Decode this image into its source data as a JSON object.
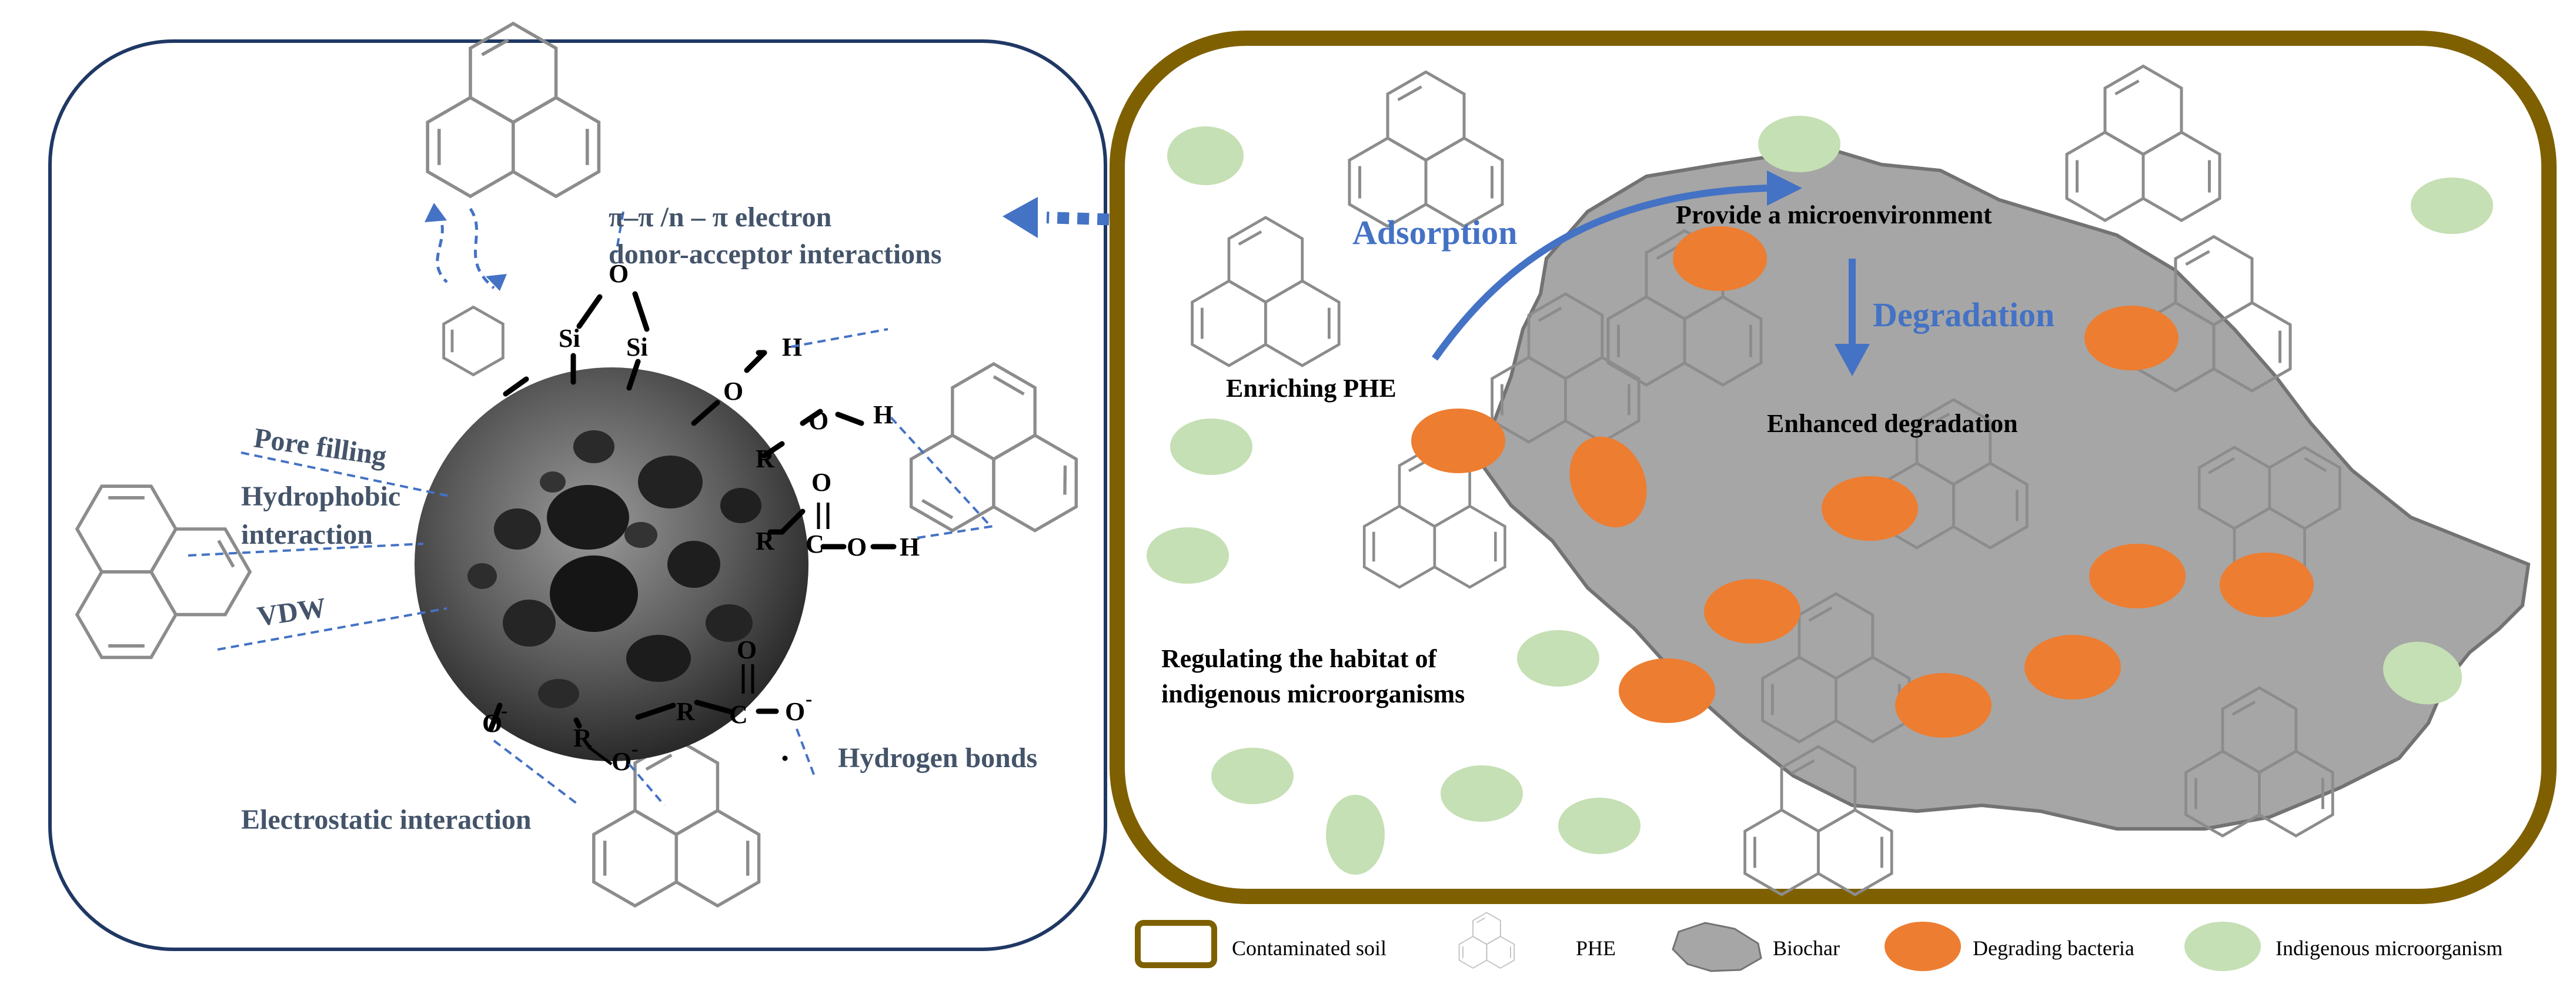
{
  "colors": {
    "left_frame": "#1f3864",
    "soil_frame": "#7f6000",
    "biochar": "#a6a6a6",
    "bacteria": "#ed7d31",
    "indigenous": "#c5e0b4",
    "arrow_blue": "#4472c4",
    "label_slate": "#44546a",
    "phe_outline": "#8c8c8c"
  },
  "left_panel": {
    "interaction_label": "π–π /n – π electron",
    "interaction_label_2": "donor-acceptor interactions",
    "pore_filling": "Pore filling",
    "hydrophobic": "Hydrophobic",
    "hydrophobic_2": "interaction",
    "vdw": "VDW",
    "hydrogen_bonds": "Hydrogen bonds",
    "electrostatic": "Electrostatic interaction",
    "atoms": {
      "si1": "Si",
      "si2": "Si",
      "o_top": "O",
      "o_oh1": "O",
      "h_oh1": "H",
      "r1": "R",
      "o_r1": "O",
      "h_r1": "H",
      "r2": "R",
      "c_acid": "C",
      "o_acid_top": "O",
      "o_acid": "O",
      "h_acid": "H",
      "o_minus": "O",
      "r3": "R",
      "o_r3": "O",
      "r4": "R",
      "c_carbox": "C",
      "o_carbox_top": "O",
      "o_carbox": "O",
      "minus": "-"
    }
  },
  "right_panel": {
    "adsorption": "Adsorption",
    "provide": "Provide a microenvironment",
    "degradation": "Degradation",
    "enriching": "Enriching PHE",
    "enhanced": "Enhanced degradation",
    "regulating": "Regulating the habitat of",
    "regulating_2": "indigenous microorganisms"
  },
  "legend": {
    "soil": "Contaminated soil",
    "phe": "PHE",
    "biochar": "Biochar",
    "bacteria": "Degrading bacteria",
    "indigenous": "Indigenous microorganism"
  }
}
